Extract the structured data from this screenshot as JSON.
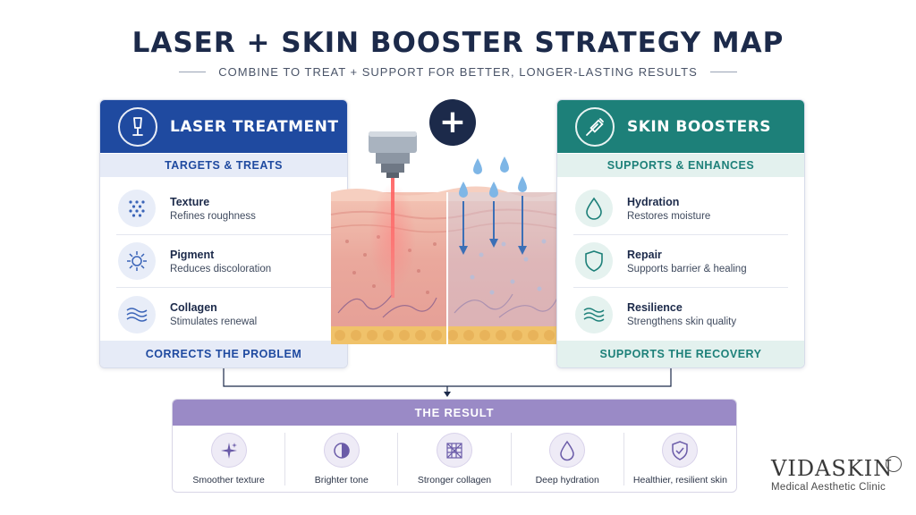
{
  "title": "LASER + SKIN BOOSTER STRATEGY MAP",
  "subtitle": "COMBINE TO TREAT + SUPPORT FOR BETTER, LONGER-LASTING RESULTS",
  "plus_symbol": "+",
  "laser": {
    "title": "LASER TREATMENT",
    "icon": "laser-handpiece-icon",
    "top_band": "TARGETS & TREATS",
    "bottom_band": "CORRECTS THE PROBLEM",
    "items": [
      {
        "title": "Texture",
        "desc": "Refines roughness",
        "icon": "dot-grid-icon"
      },
      {
        "title": "Pigment",
        "desc": "Reduces discoloration",
        "icon": "sun-icon"
      },
      {
        "title": "Collagen",
        "desc": "Stimulates renewal",
        "icon": "wave-lines-icon"
      }
    ]
  },
  "boosters": {
    "title": "SKIN BOOSTERS",
    "icon": "syringe-icon",
    "top_band": "SUPPORTS & ENHANCES",
    "bottom_band": "SUPPORTS THE RECOVERY",
    "items": [
      {
        "title": "Hydration",
        "desc": "Restores moisture",
        "icon": "droplet-icon"
      },
      {
        "title": "Repair",
        "desc": "Supports barrier & healing",
        "icon": "shield-icon"
      },
      {
        "title": "Resilience",
        "desc": "Strengthens skin quality",
        "icon": "wave-lines-icon"
      }
    ]
  },
  "result": {
    "title": "THE RESULT",
    "items": [
      {
        "label": "Smoother texture",
        "icon": "sparkles-icon"
      },
      {
        "label": "Brighter tone",
        "icon": "half-moon-icon"
      },
      {
        "label": "Stronger collagen",
        "icon": "mesh-grid-icon"
      },
      {
        "label": "Deep hydration",
        "icon": "droplet-icon"
      },
      {
        "label": "Healthier, resilient skin",
        "icon": "shield-check-icon"
      }
    ]
  },
  "brand": {
    "name": "VIDASKIN",
    "tagline": "Medical Aesthetic Clinic"
  },
  "colors": {
    "navy": "#1c2a4a",
    "laser_blue": "#1f4aa0",
    "booster_teal": "#1d8079",
    "result_purple": "#9a8ac6",
    "laser_beam": "#f06a6a",
    "droplet_blue": "#7eb6e6"
  }
}
